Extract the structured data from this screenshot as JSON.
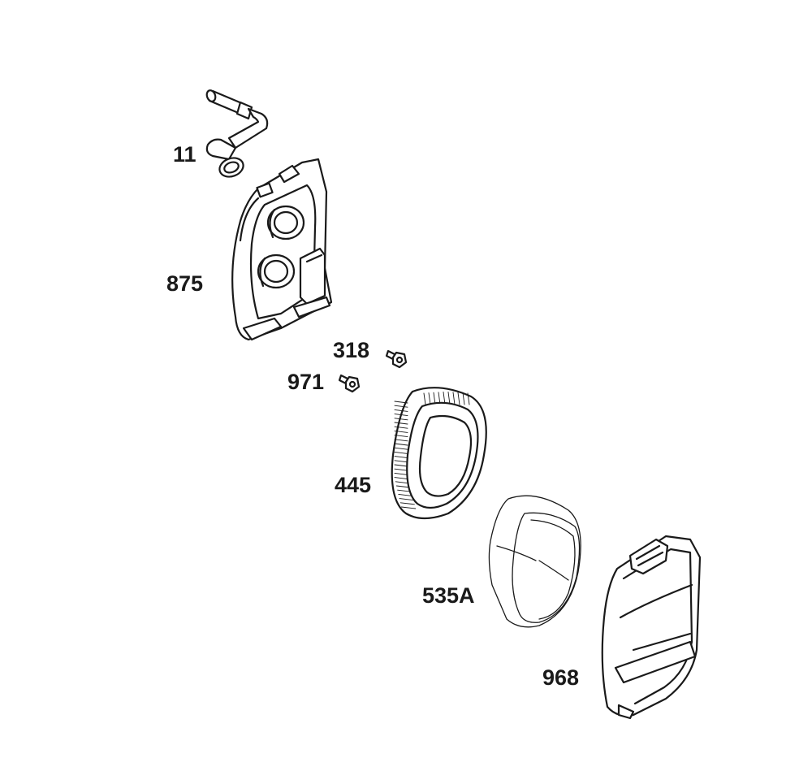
{
  "diagram": {
    "callouts": [
      {
        "id": "11",
        "label": "11",
        "part": "breather-tube"
      },
      {
        "id": "875",
        "label": "875",
        "part": "air-cleaner-base"
      },
      {
        "id": "318",
        "label": "318",
        "part": "screw"
      },
      {
        "id": "971",
        "label": "971",
        "part": "screw"
      },
      {
        "id": "445",
        "label": "445",
        "part": "air-filter-cartridge"
      },
      {
        "id": "535A",
        "label": "535A",
        "part": "pre-cleaner"
      },
      {
        "id": "968",
        "label": "968",
        "part": "air-cleaner-cover"
      }
    ]
  },
  "colors": {
    "line": "#1a1a1a",
    "background": "#ffffff"
  }
}
